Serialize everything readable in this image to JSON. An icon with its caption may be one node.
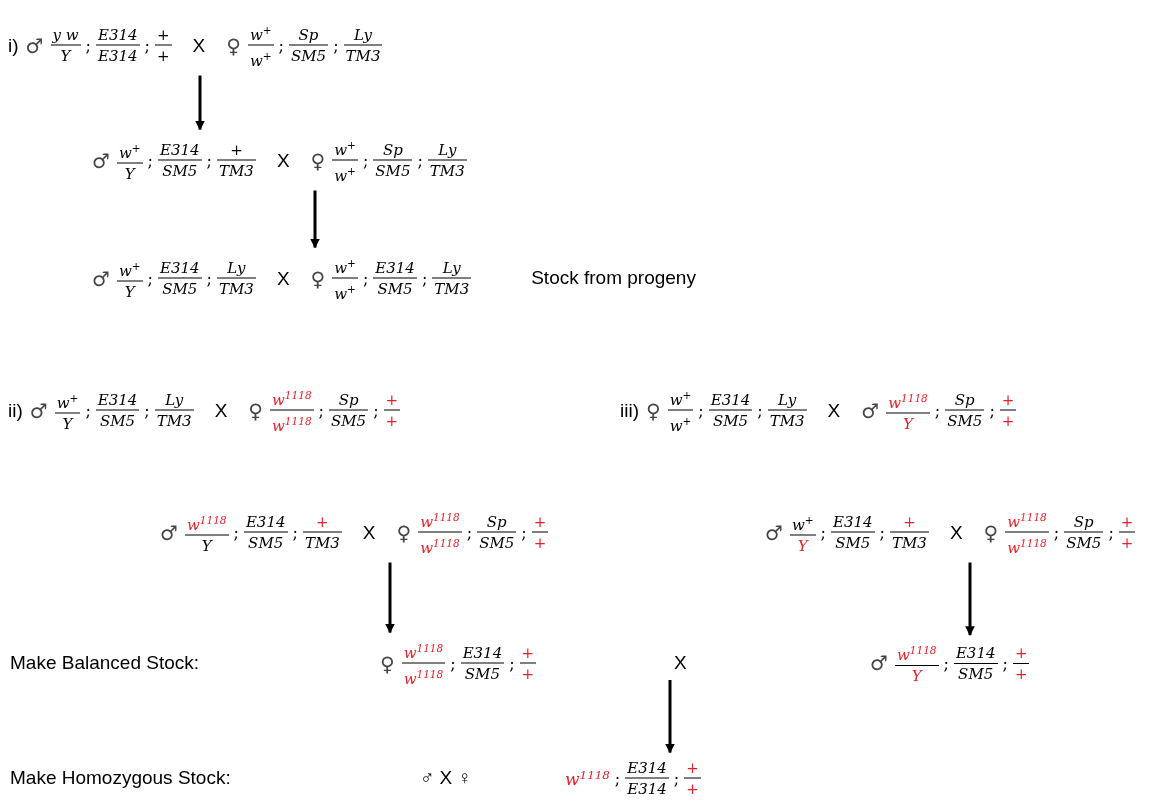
{
  "diagram": {
    "nodes": [
      {
        "text": [
          "i)",
          "♂",
          "y w",
          "Y",
          ";",
          "E314",
          "E314",
          ";",
          "+",
          "+",
          "X",
          "♀",
          "w$^{+}$",
          "w$^{+}$",
          ";",
          "Sp",
          "SM5",
          ";",
          "Ly",
          "TM3"
        ]
      },
      {
        "text": [
          "♂",
          "w$^{+}$",
          "Y",
          ";",
          "E314",
          "SM5",
          ";",
          "+",
          "TM3",
          "X",
          "♀",
          "w$^{+}$",
          "w$^{+}$",
          ";",
          "Sp",
          "SM5",
          ";",
          "Ly",
          "TM3"
        ]
      },
      {
        "text": [
          "♂",
          "w$^{+}$",
          "Y",
          ";",
          "E314",
          "SM5",
          ";",
          "Ly",
          "TM3",
          "X",
          "♀",
          "w$^{+}$",
          "w$^{+}$",
          ";",
          "E314",
          "SM5",
          ";",
          "Ly",
          "TM3"
        ],
        "beside": [
          "Stock from progeny"
        ]
      },
      {
        "text": [
          "ii)",
          "♂",
          "w$^{+}$",
          "Y",
          ";",
          "E314",
          "SM5",
          ";",
          "Ly",
          "TM3",
          "X",
          "♀",
          "w$^{1118}$",
          "w$^{1118}$",
          ";",
          "Sp",
          "SM5",
          ";",
          "+",
          "+"
        ]
      },
      {
        "text": [
          "iii)",
          "♀",
          "w$^{+}$",
          "w$^{+}$",
          ";",
          "E314",
          "SM5",
          ";",
          "Ly",
          "TM3",
          "X",
          "♂",
          "w$^{1118}$",
          "Y",
          ";",
          "Sp",
          "SM5",
          ";",
          "+",
          "+"
        ]
      },
      {
        "text": [
          "♂",
          "w$^{1118}$",
          "Y",
          ";",
          "E314",
          "SM5",
          ";",
          "+",
          "TM3",
          "X",
          "♀",
          "w$^{1118}$",
          "w$^{1118}$",
          ";",
          "Sp",
          "SM5",
          ";",
          "+",
          "+"
        ]
      },
      {
        "text": [
          "♂",
          "w$^{+}$",
          "Y",
          ";",
          "E314",
          "SM5",
          ";",
          "+",
          "TM3",
          "X",
          "♀",
          "w$^{1118}$",
          "w$^{1118}$",
          ";",
          "Sp",
          "SM5",
          ";",
          "+",
          "+"
        ]
      },
      {
        "text": [
          "♀",
          "w$^{1118}$",
          "w$^{1118}$",
          ";",
          "E314",
          "SM5",
          ";",
          "+",
          "+"
        ]
      },
      {
        "text": [
          "♂",
          "w$^{1118}$",
          "Y",
          ";",
          "E314",
          "SM5",
          ";",
          "+",
          "+"
        ]
      },
      {
        "text": [
          "X"
        ]
      },
      {
        "text": [
          "w$^{1118}$",
          ";",
          "E314",
          "E314",
          ";",
          "+",
          "+"
        ]
      }
    ],
    "edges": [
      {
        "from": 0,
        "to": 1,
        "arrow": "to"
      },
      {
        "from": 1,
        "to": 2,
        "arrow": "to"
      },
      {
        "from": 5,
        "to": 7,
        "arrow": "to"
      },
      {
        "from": 6,
        "to": 8,
        "arrow": "to"
      },
      {
        "from": 9,
        "to": 10,
        "arrow": "to"
      }
    ],
    "labels": [
      "Make Balanced Stock:",
      "♂ X ♀",
      "Make Homozygous Stock:"
    ]
  }
}
